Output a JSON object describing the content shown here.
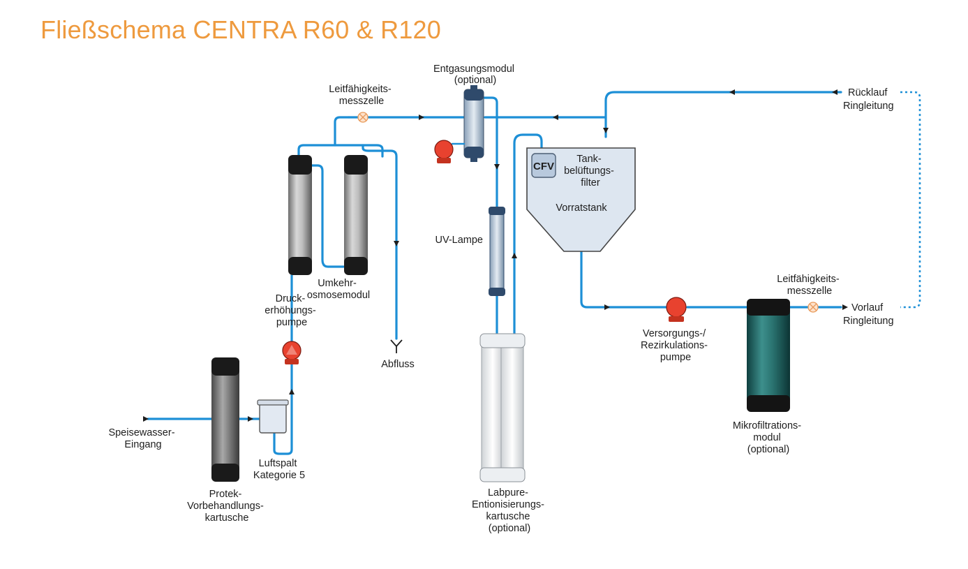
{
  "title": "Fließschema CENTRA R60 & R120",
  "colors": {
    "title": "#ee9a3e",
    "pipe": "#1d8fd6",
    "pump": "#e8422f",
    "tank": "#dde6f0",
    "microfilter": "#1d6b6b"
  },
  "labels": {
    "speisewasser": [
      "Speisewasser-",
      "Eingang"
    ],
    "protek": [
      "Protek-",
      "Vorbehandlungs-",
      "kartusche"
    ],
    "luftspalt": [
      "Luftspalt",
      "Kategorie 5"
    ],
    "druck": [
      "Druck-",
      "erhöhungs-",
      "pumpe"
    ],
    "umkehr": [
      "Umkehr-",
      "osmosemodul"
    ],
    "abfluss": "Abfluss",
    "leitfaehig1": [
      "Leitfähigkeits-",
      "messzelle"
    ],
    "entgasung": [
      "Entgasungsmodul",
      "(optional)"
    ],
    "uv": "UV-Lampe",
    "labpure": [
      "Labpure-",
      "Entionisierungs-",
      "kartusche",
      "(optional)"
    ],
    "cfv": "CFV",
    "tankfilter": [
      "Tank-",
      "belüftungs-",
      "filter"
    ],
    "vorratstank": "Vorratstank",
    "versorgung": [
      "Versorgungs-/",
      "Rezirkulations-",
      "pumpe"
    ],
    "mikro": [
      "Mikrofiltrations-",
      "modul",
      "(optional)"
    ],
    "leitfaehig2": [
      "Leitfähigkeits-",
      "messzelle"
    ],
    "vorlauf": [
      "Vorlauf",
      "Ringleitung"
    ],
    "ruecklauf": [
      "Rücklauf",
      "Ringleitung"
    ]
  },
  "icons": [
    "pump-icon",
    "conductivity-cell-icon",
    "flow-arrow-icon",
    "drain-icon"
  ]
}
